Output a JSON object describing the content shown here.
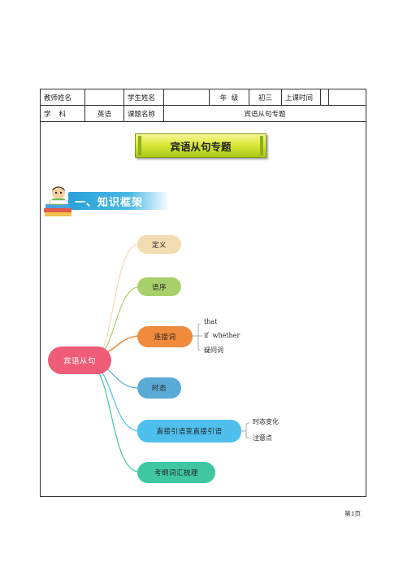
{
  "info_table": {
    "row1": {
      "teacher_label": "教师姓名",
      "teacher_value": "",
      "student_label": "学生姓名",
      "student_value": "",
      "grade_label": "年  级",
      "grade_value": "初三",
      "time_label": "上课时间",
      "time_value": ""
    },
    "row2": {
      "subject_label": "学科",
      "subject_value": "英语",
      "topic_label": "课题名称",
      "topic_value": "宾语从句专题"
    }
  },
  "banner": {
    "title": "宾语从句专题"
  },
  "section": {
    "title": "一、知识框架"
  },
  "mindmap": {
    "root": "宾语从句",
    "branches": [
      {
        "label": "定义",
        "color": "#f3dcb2",
        "children": []
      },
      {
        "label": "语序",
        "color": "#a8d06a",
        "children": []
      },
      {
        "label": "连接词",
        "color": "#f08a3c",
        "children": [
          "that",
          "if  whether",
          "疑问词"
        ]
      },
      {
        "label": "时态",
        "color": "#5aaad6",
        "children": []
      },
      {
        "label": "直接引语变直接引语",
        "color": "#4fc0ee",
        "children": [
          "时态变化",
          "注意点"
        ]
      },
      {
        "label": "考纲词汇梳理",
        "color": "#3fc7a3",
        "children": []
      }
    ]
  },
  "footer": {
    "page": "第1页"
  }
}
